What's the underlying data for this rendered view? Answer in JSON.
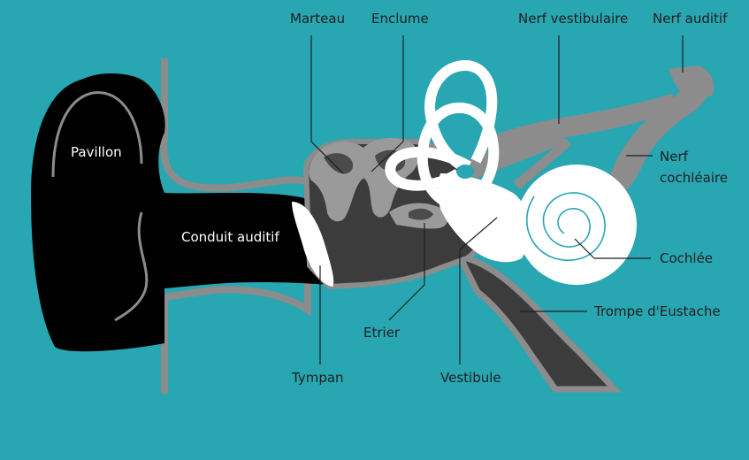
{
  "labels": {
    "pavillon": "Pavillon",
    "conduit": "Conduit auditif",
    "marteau": "Marteau",
    "enclume": "Enclume",
    "nerf_vestibulaire": "Nerf vestibulaire",
    "nerf_auditif": "Nerf auditif",
    "nerf_cochleaire_1": "Nerf",
    "nerf_cochleaire_2": "cochléaire",
    "cochlee": "Cochlée",
    "trompe": "Trompe d'Eustache",
    "etrier": "Etrier",
    "tympan": "Tympan",
    "vestibule": "Vestibule"
  },
  "colors": {
    "background": "#28a6b2",
    "outer_ear": "#000000",
    "middle_cavity": "#3c3c3c",
    "ossicles_dark": "#4b4b4b",
    "ossicles_light": "#9a9a9a",
    "nerve_grey": "#8c8c8c",
    "inner_ear": "#ffffff",
    "cochlea_spiral": "#28a6b2",
    "text": "#1e1e1e"
  }
}
